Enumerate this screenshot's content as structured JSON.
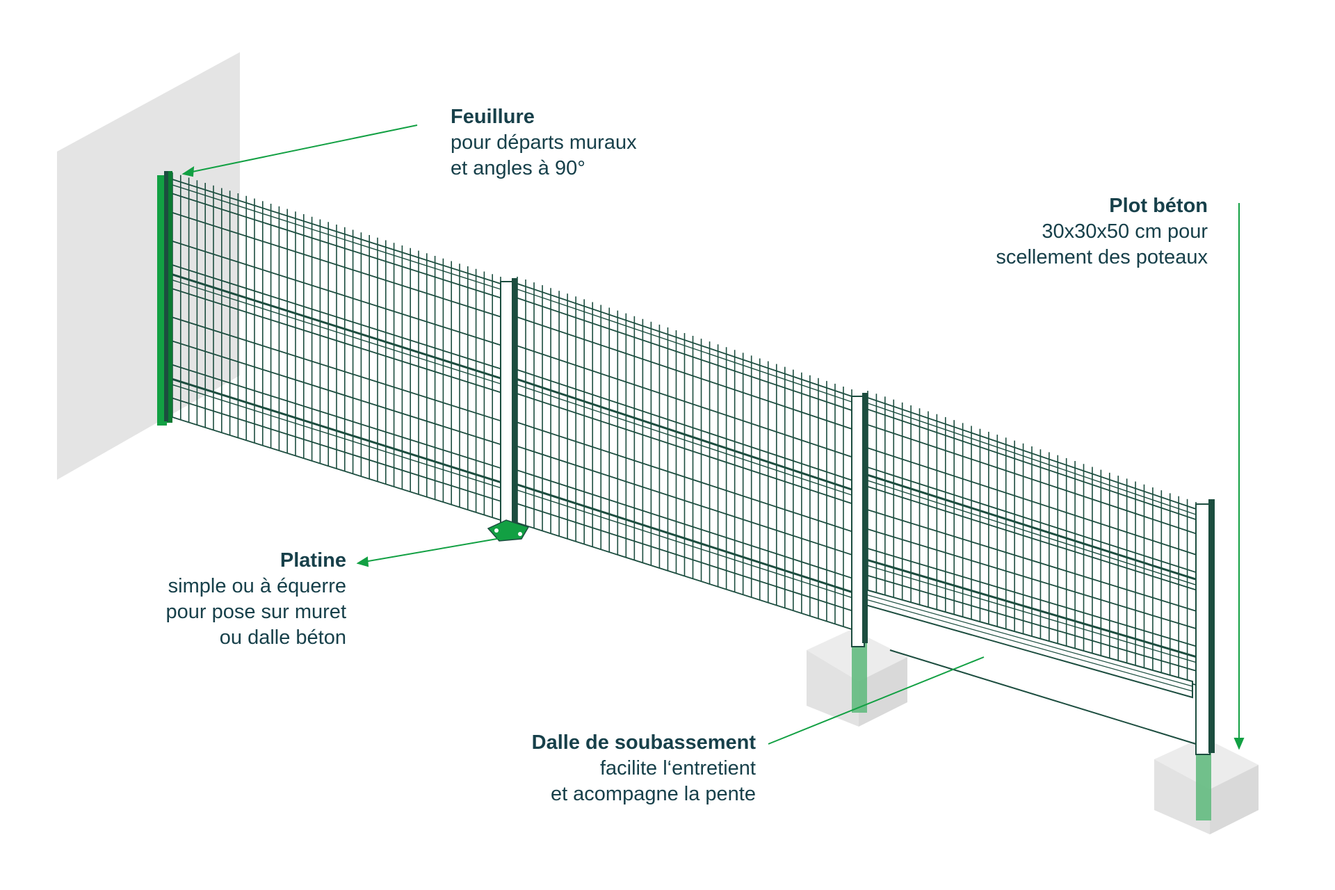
{
  "colors": {
    "post": "#1c4d3f",
    "post_highlight": "#2a6b57",
    "mesh": "#1c4d3f",
    "accent_green": "#12a043",
    "wall": "#e4e4e4",
    "concrete": "#e8e8e8",
    "concrete_side": "#dcdcdc",
    "text": "#17404a"
  },
  "labels": {
    "feuillure": {
      "title": "Feuillure",
      "lines": [
        "pour départs muraux",
        "et angles à 90°"
      ]
    },
    "plot": {
      "title": "Plot béton",
      "lines": [
        "30x30x50 cm pour",
        "scellement des poteaux"
      ]
    },
    "platine": {
      "title": "Platine",
      "lines": [
        "simple ou à équerre",
        "pour pose sur muret",
        "ou dalle béton"
      ]
    },
    "dalle": {
      "title": "Dalle de soubassement",
      "lines": [
        "facilite l‘entretient",
        "et acompagne la pente"
      ]
    }
  }
}
